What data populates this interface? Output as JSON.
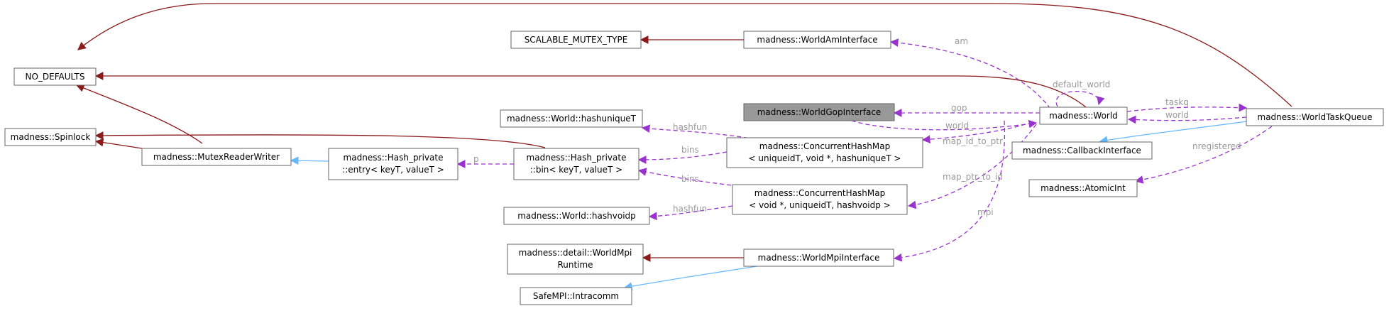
{
  "nodes": {
    "no_defaults": "NO_DEFAULTS",
    "scalable_mutex": "SCALABLE_MUTEX_TYPE",
    "world_am": "madness::WorldAmInterface",
    "spinlock": "madness::Spinlock",
    "mutex_rw": "madness::MutexReaderWriter",
    "hash_entry": [
      "madness::Hash_private",
      "::entry< keyT, valueT >"
    ],
    "hash_bin": [
      "madness::Hash_private",
      "::bin< keyT, valueT >"
    ],
    "hashuniquet": "madness::World::hashuniqueT",
    "hashvoidp": "madness::World::hashvoidp",
    "chm1": [
      "madness::ConcurrentHashMap",
      "< uniqueidT, void *, hashuniqueT >"
    ],
    "chm2": [
      "madness::ConcurrentHashMap",
      "< void *, uniqueidT, hashvoidp >"
    ],
    "gop": "madness::WorldGopInterface",
    "world": "madness::World",
    "taskq": "madness::WorldTaskQueue",
    "callback": "madness::CallbackInterface",
    "atomicint": "madness::AtomicInt",
    "mpi_runtime": [
      "madness::detail::WorldMpi",
      "Runtime"
    ],
    "mpi_iface": "madness::WorldMpiInterface",
    "intracomm": "SafeMPI::Intracomm"
  },
  "edge_labels": {
    "am": "am",
    "default_world": "default_world",
    "gop": "gop",
    "world_gop": "world_",
    "taskq": "taskq",
    "world_taskq": "world",
    "map_id_to_ptr": "map_id_to_ptr",
    "map_ptr_to_id": "map_ptr_to_id",
    "mpi": "mpi",
    "nregistered": "nregistered",
    "hashfun1": "hashfun",
    "hashfun2": "hashfun",
    "bins1": "bins",
    "bins2": "bins",
    "p": "p"
  },
  "colors": {
    "public_inheritance": "#63b8ff",
    "private_inheritance": "#8b1a1a",
    "usage": "#9a32cd",
    "focus_fill": "#999999"
  }
}
